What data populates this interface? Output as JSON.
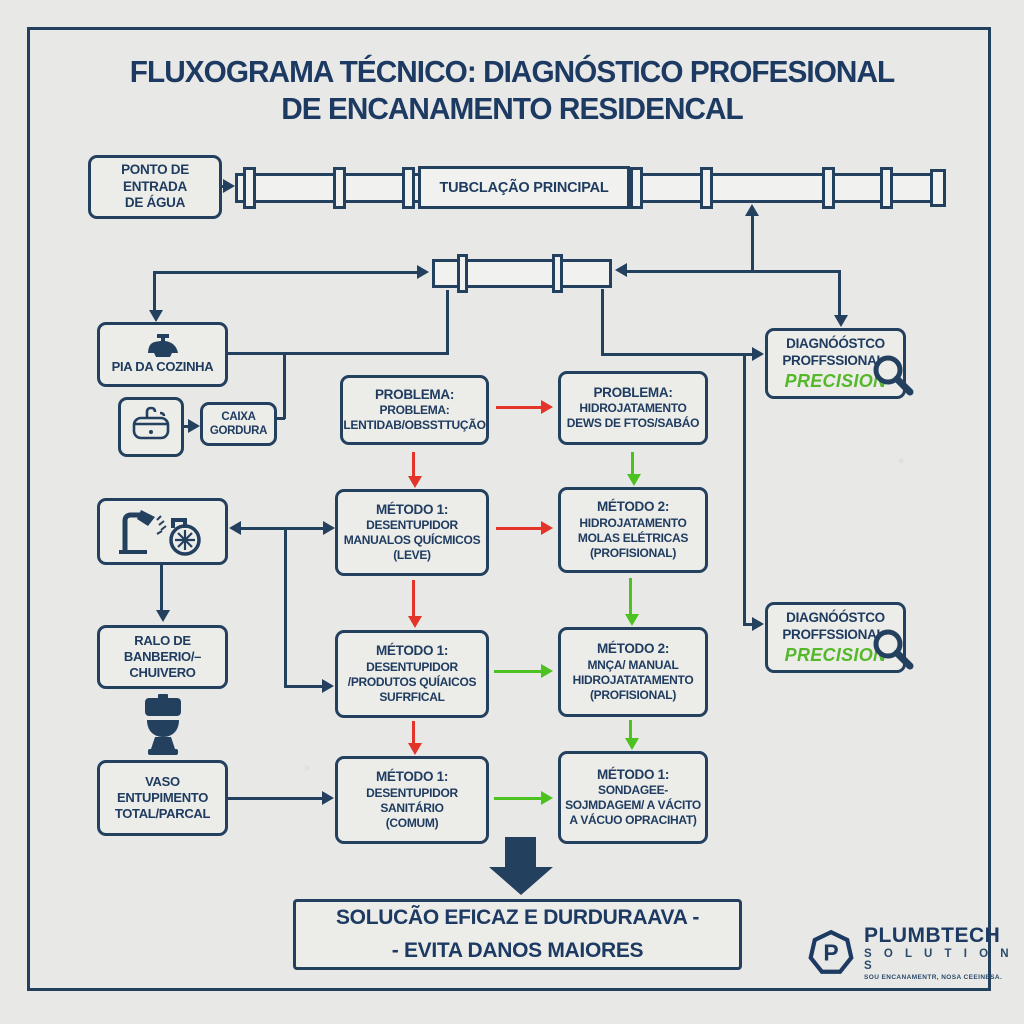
{
  "title": {
    "line1": "FLUXOGRAMA TÉCNICO: DIAGNÓSTICO PROFESIONAL",
    "line2": "DE ENCANAMENTO RESIDENCAL"
  },
  "nodes": {
    "ponto": {
      "lines": [
        "PONTO DE",
        "ENTRADA",
        "DE ÁGUA"
      ]
    },
    "pipe_label": "TUBCLAÇÃO PRINCIPAL",
    "pia": {
      "label": "PIA DA COZINHA"
    },
    "caixa": {
      "lines": [
        "CAIXA",
        "GORDURA"
      ]
    },
    "ralo": {
      "lines": [
        "RALO DE",
        "BANBERIO/–",
        "CHUIVERO"
      ]
    },
    "vaso": {
      "lines": [
        "VASO",
        "ENTUPIMENTO",
        "TOTAL/PARCAL"
      ]
    },
    "problema1": {
      "lines": [
        "PROBLEMA:",
        "PROBLEMA:",
        "LENTIDAB/OBSSTTUÇÃO"
      ]
    },
    "problema2": {
      "lines": [
        "PROBLEMA:",
        "HIDROJATAMENTO",
        "DEWS DE FTOS/SABÁO"
      ]
    },
    "metodo1a": {
      "lines": [
        "MÉTODO 1:",
        "DESENTUPIDOR",
        "MANUALOS QUÍCMICOS",
        "(LEVE)"
      ]
    },
    "metodo2a": {
      "lines": [
        "MÉTODO 2:",
        "HIDROJATAMENTO",
        "MOLAS ELÉTRICAS",
        "(PROFISIONAL)"
      ]
    },
    "metodo1b": {
      "lines": [
        "MÉTODO 1:",
        "DESENTUPIDOR",
        "/PRODUTOS QUÍAICOS",
        "SUFRFICAL"
      ]
    },
    "metodo2b": {
      "lines": [
        "MÉTODO 2:",
        "MNÇA/ MANUAL",
        "HIDROJATATAMENTO",
        "(PROFISIONAL)"
      ]
    },
    "metodo1c": {
      "lines": [
        "MÉTODO 1:",
        "DESENTUPIDOR",
        "SANITÁRIO",
        "(COMUM)"
      ]
    },
    "metodo2c": {
      "lines": [
        "MÉTODO 1:",
        "SONDAGEE-",
        "SOJMDAGEM/ A VÁCITO",
        "A VÁCUO OPRACIHAT)"
      ]
    },
    "diagnostico": {
      "line1": "DIAGNÓÓSTCO",
      "line2": "PROFFSSIONAL:",
      "highlight": "PRECISION"
    },
    "solution": {
      "line1": "SOLUCÃO EFICAZ E DURDURAAVA -",
      "line2": "- EVITA DANOS MAIORES"
    }
  },
  "logo": {
    "monogram": "P",
    "name": "PLUMBTECH",
    "sub": "S O L U T I O N S",
    "tagline": "SOU ENCANAMENTR, NOSA CEEINESA."
  },
  "colors": {
    "navy": "#24405f",
    "text_navy": "#1d3a63",
    "red_arrow": "#e23429",
    "green_arrow": "#4cc221",
    "precision_green": "#55b82a",
    "background": "#e8e8e6"
  }
}
